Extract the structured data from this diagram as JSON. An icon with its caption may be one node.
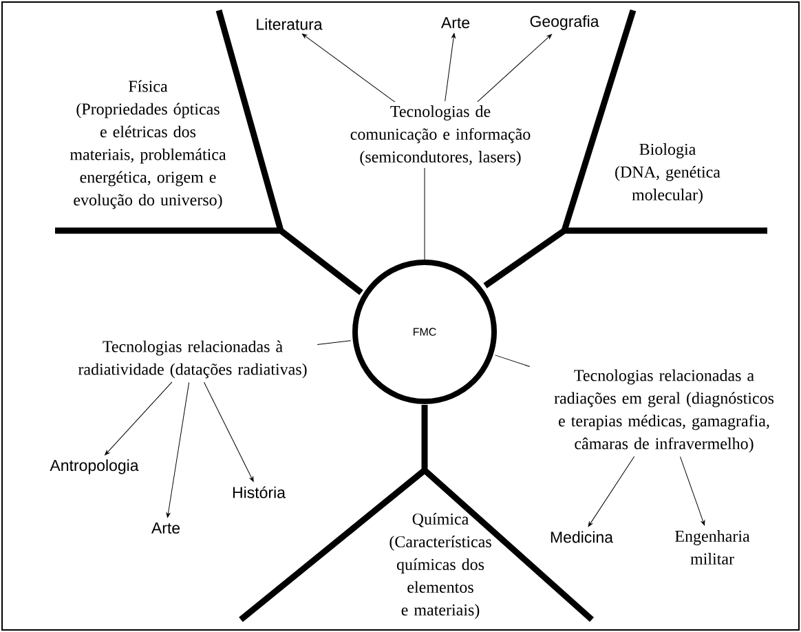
{
  "diagram": {
    "nodes": [
      {
        "text": [
          "FMC"
        ]
      },
      {
        "text": [
          "Física",
          "(Propriedades ópticas e elétricas dos materiais, problemática energética, origem e evolução do universo)"
        ]
      },
      {
        "text": [
          "Tecnologias de comunicação e informação (semicondutores, lasers)"
        ]
      },
      {
        "text": [
          "Literatura"
        ]
      },
      {
        "text": [
          "Arte"
        ]
      },
      {
        "text": [
          "Geografia"
        ]
      },
      {
        "text": [
          "Biologia",
          "(DNA, genética molecular)"
        ]
      },
      {
        "text": [
          "Tecnologias relacionadas à radiatividade (datações radiativas)"
        ]
      },
      {
        "text": [
          "Antropologia"
        ]
      },
      {
        "text": [
          "Arte"
        ]
      },
      {
        "text": [
          "História"
        ]
      },
      {
        "text": [
          "Tecnologias relacionadas a radiações em geral (diagnósticos e terapias médicas, gamagrafia, câmaras de infravermelho)"
        ]
      },
      {
        "text": [
          "Medicina"
        ]
      },
      {
        "text": [
          "Engenharia militar"
        ]
      },
      {
        "text": [
          "Química",
          "(Características químicas dos elementos e materiais)"
        ]
      }
    ],
    "edges": [
      {
        "from": 2,
        "to": 0,
        "arrow": "none"
      },
      {
        "from": 7,
        "to": 0,
        "arrow": "none"
      },
      {
        "from": 11,
        "to": 0,
        "arrow": "none"
      },
      {
        "from": 2,
        "to": 3,
        "arrow": "to"
      },
      {
        "from": 2,
        "to": 4,
        "arrow": "to"
      },
      {
        "from": 2,
        "to": 5,
        "arrow": "to"
      },
      {
        "from": 7,
        "to": 8,
        "arrow": "to"
      },
      {
        "from": 7,
        "to": 9,
        "arrow": "to"
      },
      {
        "from": 7,
        "to": 10,
        "arrow": "to"
      },
      {
        "from": 11,
        "to": 12,
        "arrow": "to"
      },
      {
        "from": 11,
        "to": 13,
        "arrow": "to"
      }
    ]
  }
}
